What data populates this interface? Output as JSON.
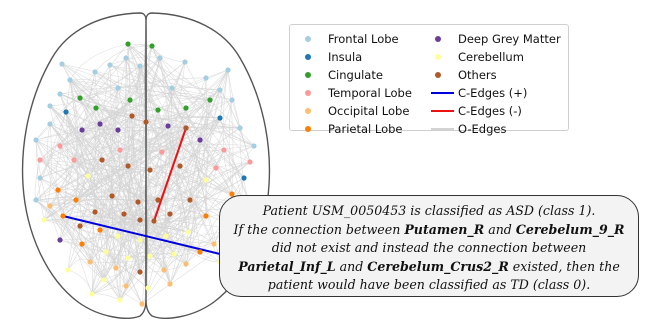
{
  "legend": {
    "items": [
      {
        "label": "Frontal Lobe",
        "kind": "dot",
        "color": "#a6cee3"
      },
      {
        "label": "Insula",
        "kind": "dot",
        "color": "#1f78b4"
      },
      {
        "label": "Cingulate",
        "kind": "dot",
        "color": "#33a02c"
      },
      {
        "label": "Temporal Lobe",
        "kind": "dot",
        "color": "#fb9a99"
      },
      {
        "label": "Occipital Lobe",
        "kind": "dot",
        "color": "#fdbf6f"
      },
      {
        "label": "Parietal Lobe",
        "kind": "dot",
        "color": "#ff7f00"
      },
      {
        "label": "Deep Grey Matter",
        "kind": "dot",
        "color": "#6a3d9a"
      },
      {
        "label": "Cerebellum",
        "kind": "dot",
        "color": "#ffff99"
      },
      {
        "label": "Others",
        "kind": "dot",
        "color": "#b15928"
      },
      {
        "label": "C-Edges (+)",
        "kind": "line",
        "color": "#0000dd"
      },
      {
        "label": "C-Edges (-)",
        "kind": "line",
        "color": "#ee1111"
      },
      {
        "label": "O-Edges",
        "kind": "line",
        "color": "#d3d3d3"
      }
    ]
  },
  "explanation": {
    "line1": "Patient USM_0050453 is classified as ASD (class 1).",
    "p1": "If the connection between ",
    "r1": "Putamen_R",
    "p2": " and ",
    "r2": "Cerebelum_9_R",
    "p3": " did not exist and instead the connection between ",
    "r3": "Parietal_Inf_L",
    "p4": " and ",
    "r4": "Cerebelum_Crus2_R",
    "p5": " existed, then the patient would have been classified as TD (class 0)."
  }
}
